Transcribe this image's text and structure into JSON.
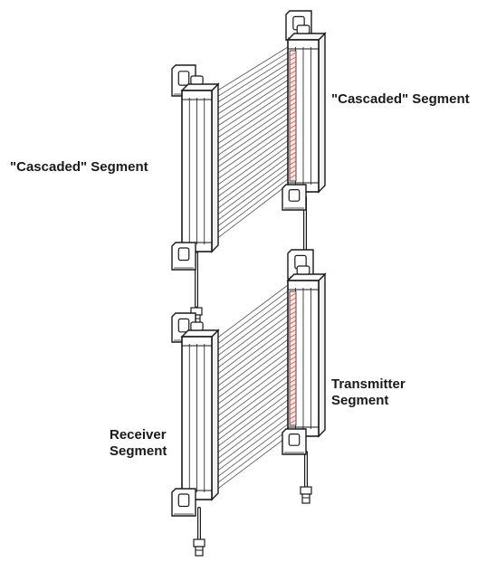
{
  "labels": {
    "cascaded_left": "\"Cascaded\" Segment",
    "cascaded_right": "\"Cascaded\" Segment",
    "transmitter_line1": "Transmitter",
    "transmitter_line2": "Segment",
    "receiver_line1": "Receiver",
    "receiver_line2": "Segment"
  },
  "colors": {
    "line": "#1a1a1a",
    "beam": "#555555",
    "emitter_red": "#e8554f",
    "housing": "#ffffff"
  }
}
